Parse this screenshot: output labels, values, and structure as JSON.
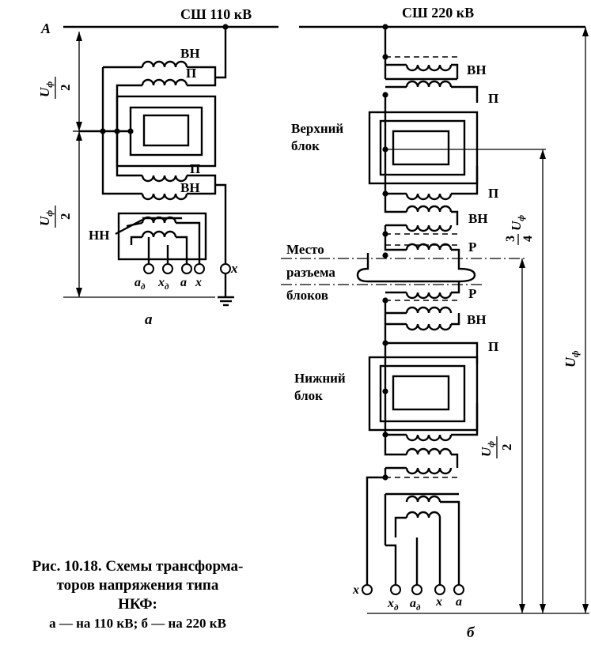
{
  "left": {
    "bus_label": "СШ 110 кВ",
    "node_label": "A",
    "winding_hv_top": "ВН",
    "winding_p_top": "П",
    "winding_p_bottom": "П",
    "winding_hv_bottom": "ВН",
    "winding_lv": "НН",
    "terminals": [
      "a",
      "x",
      "a",
      "x"
    ],
    "terminal_subscripts": [
      "д",
      "д",
      "",
      ""
    ],
    "terminal_x_right": "x",
    "dim_top_num": "U",
    "dim_top_sub": "ф",
    "dim_top_den": "2",
    "dim_bottom_num": "U",
    "dim_bottom_sub": "ф",
    "dim_bottom_den": "2",
    "sublabel": "а"
  },
  "right": {
    "bus_label": "СШ 220 кВ",
    "upper_block_line1": "Верхний",
    "upper_block_line2": "блок",
    "lower_block_line1": "Нижний",
    "lower_block_line2": "блок",
    "joint_line1": "Место",
    "joint_line2": "разъема",
    "joint_line3": "блоков",
    "w_vn1": "ВН",
    "w_p1": "П",
    "w_p2": "П",
    "w_vn2": "ВН",
    "w_r1": "Р",
    "w_r2": "Р",
    "w_vn3": "ВН",
    "w_p3": "П",
    "terminals": [
      "x",
      "x",
      "a",
      "x",
      "a"
    ],
    "terminal_subscripts": [
      "",
      "д",
      "д",
      "",
      ""
    ],
    "dim_full_num": "U",
    "dim_full_sub": "ф",
    "dim_34_coef_num": "3",
    "dim_34_coef_den": "4",
    "dim_34_num": "U",
    "dim_34_sub": "ф",
    "dim_half_num": "U",
    "dim_half_sub": "ф",
    "dim_half_den": "2",
    "sublabel": "б"
  },
  "caption": {
    "line1": "Рис. 10.18. Схемы трансформа-",
    "line2": "торов напряжения типа",
    "line3": "НКФ:",
    "line4": "а — на 110 кВ; б — на 220 кВ"
  }
}
